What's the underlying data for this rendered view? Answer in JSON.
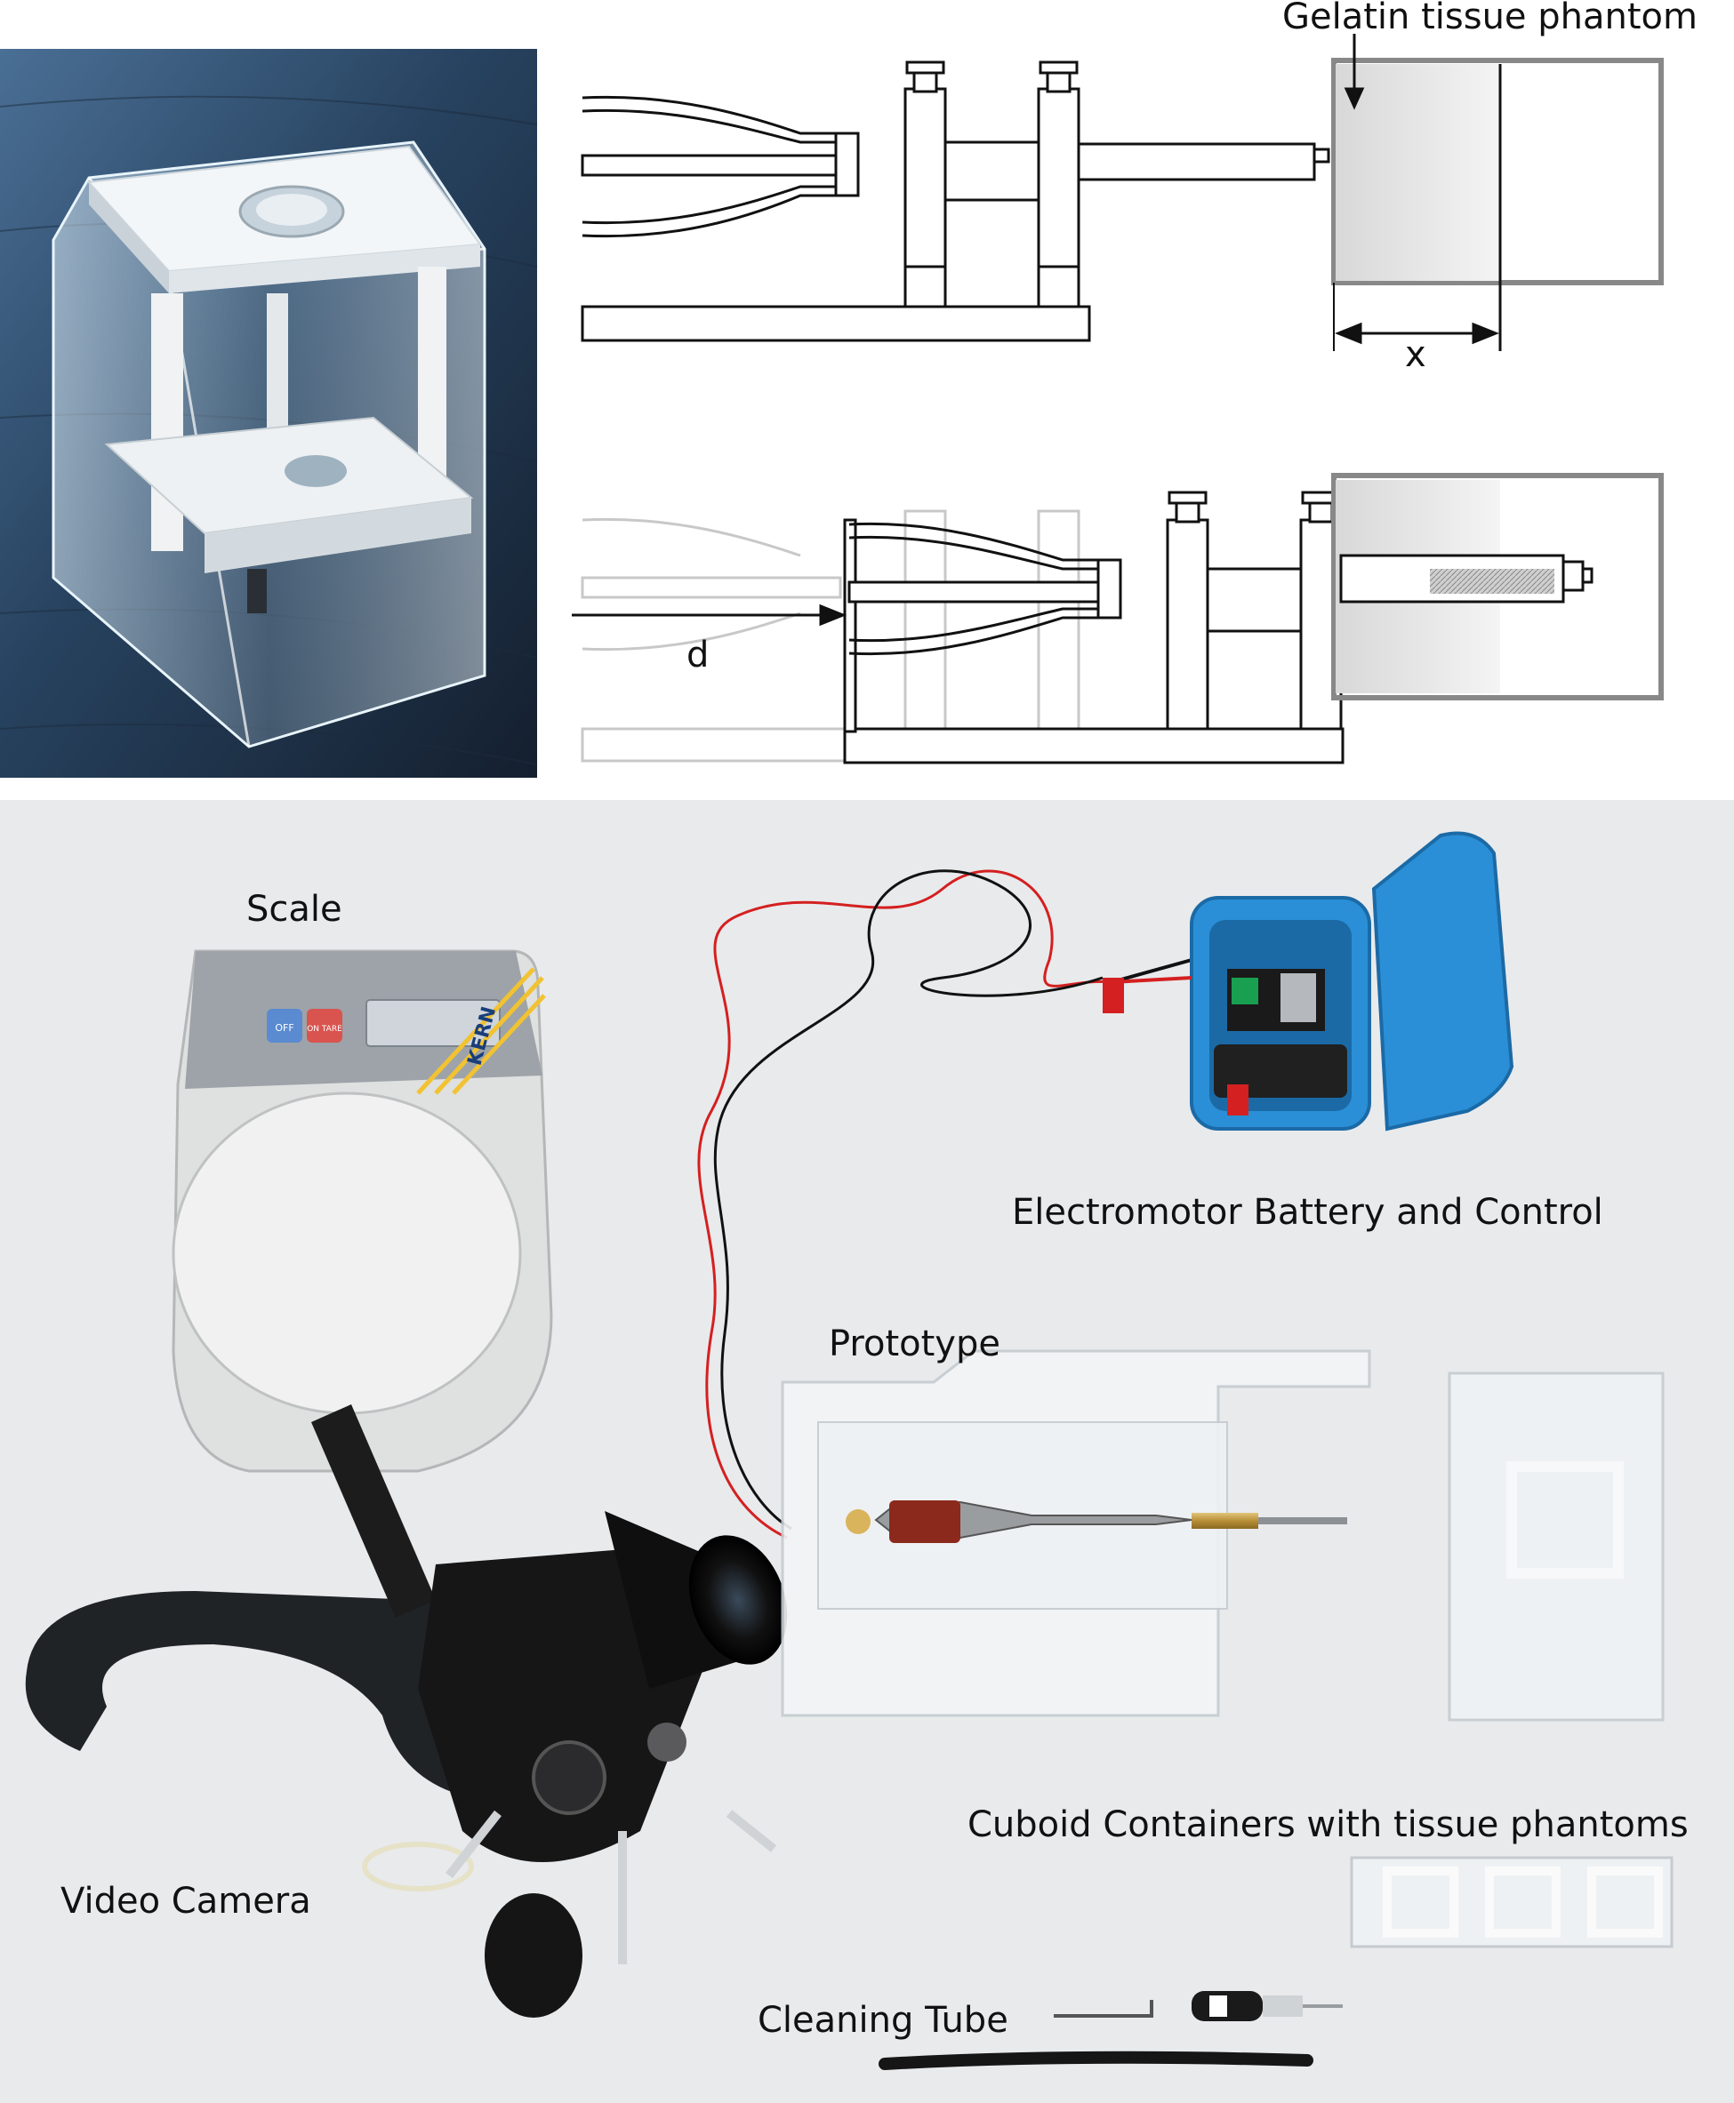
{
  "labels": {
    "gelatin": "Gelatin tissue phantom",
    "x": "x",
    "d": "d",
    "scale": "Scale",
    "electromotor": "Electromotor Battery and Control",
    "prototype": "Prototype",
    "cuboid": "Cuboid Containers with tissue phantoms",
    "video_camera": "Video Camera",
    "cleaning_tube": "Cleaning Tube"
  },
  "device_text": {
    "scale_brand": "KERN",
    "scale_button_off": "OFF",
    "scale_button_on": "ON TARE"
  },
  "colors": {
    "container_blue": "#2a8fd6",
    "wire_red": "#d42020",
    "wire_black": "#111111",
    "brass": "#c7a14a",
    "photo_bg": "#e9eaec"
  }
}
